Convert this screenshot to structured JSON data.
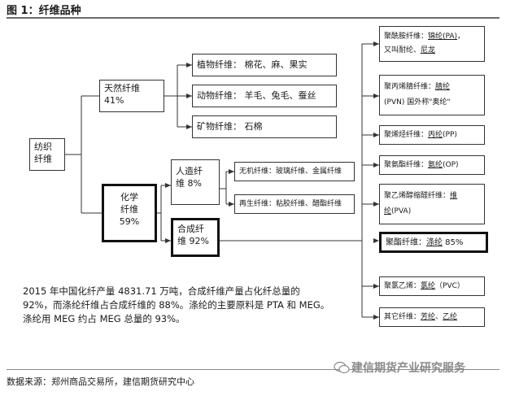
{
  "title": "图 1：纤维品种",
  "boxes": {
    "textile": [
      "纺织",
      "纤维"
    ],
    "natural": [
      "天然纤维",
      "41%"
    ],
    "plant": "植物纤维：  棉花、麻、果实",
    "animal": "动物纤维：  羊毛、兔毛、蚕丝",
    "mineral": "矿物纤维：  石棉",
    "chemical": [
      "化学",
      "纤维",
      "59%"
    ],
    "manmade": [
      "人造纤",
      "维 8%"
    ],
    "inorganic": "无机纤维：玻璃纤维、金属纤维",
    "regenerated": "再生纤维：粘胶纤维、醋酯纤维",
    "synthetic": [
      "合成纤",
      "维 92%"
    ],
    "pa": {
      "line1_prefix": "聚酰胺纤维：",
      "line1_u": "锦纶(PA)",
      "line1_end": "，",
      "line2_prefix": "又叫耐纶、",
      "line2_u": "尼龙"
    },
    "pvn": {
      "line1_prefix": "聚丙烯腈纤维：",
      "line1_u": "腈纶",
      "line2": "(PVN)  国外称\"奥纶\""
    },
    "pp": {
      "prefix": "聚烯烃纤维：",
      "u": "丙纶",
      "suffix": "(PP)"
    },
    "op": {
      "prefix": "聚氨酯纤维：",
      "u": "氨纶",
      "suffix": "(OP)"
    },
    "pva": {
      "line1_prefix": "聚乙烯醇缩醛纤维：",
      "line1_u": "维",
      "line2_u": "纶",
      "line2_suffix": "(PVA)"
    },
    "pet": {
      "prefix": "聚酯纤维：",
      "u": "涤纶",
      "suffix": "  85%"
    },
    "pvc": {
      "prefix": "聚氯乙烯：",
      "u": "氯纶",
      "suffix": "（PVC）"
    },
    "other": {
      "prefix": "其它纤维：",
      "u1": "芳纶",
      "sep": "、",
      "u2": "乙纶"
    }
  },
  "note": [
    "2015 年中国化纤产量 4831.71 万吨，合成纤维产量占化纤总量的",
    "92%，而涤纶纤维占合成纤维的 88%。涤纶的主要原料是 PTA 和 MEG。",
    "涤纶用 MEG 约占 MEG 总量的 93%。"
  ],
  "source": "数据来源：郑州商品交易所，建信期货研究中心",
  "watermark": "建信期货产业研究服务"
}
